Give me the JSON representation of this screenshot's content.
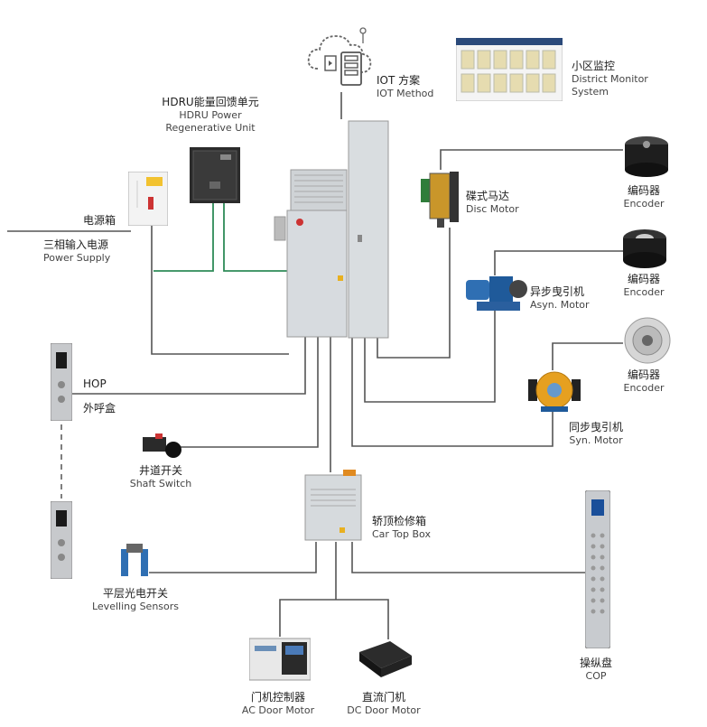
{
  "labels": {
    "hdru": {
      "cn": "HDRU能量回馈单元",
      "en1": "HDRU Power",
      "en2": "Regenerative Unit"
    },
    "iot": {
      "cn": "IOT 方案",
      "en": "IOT Method"
    },
    "district": {
      "cn": "小区监控",
      "en1": "District Monitor",
      "en2": "System"
    },
    "disc_motor": {
      "cn": "碟式马达",
      "en": "Disc Motor"
    },
    "encoder1": {
      "cn": "编码器",
      "en": "Encoder"
    },
    "encoder2": {
      "cn": "编码器",
      "en": "Encoder"
    },
    "encoder3": {
      "cn": "编码器",
      "en": "Encoder"
    },
    "asyn_motor": {
      "cn": "异步曳引机",
      "en": "Asyn. Motor"
    },
    "syn_motor": {
      "cn": "同步曳引机",
      "en": "Syn. Motor"
    },
    "power_box": {
      "cn": "电源箱"
    },
    "power_supply": {
      "cn": "三相输入电源",
      "en": "Power Supply"
    },
    "hop": {
      "en": "HOP",
      "cn": "外呼盒"
    },
    "shaft_switch": {
      "cn": "井道开关",
      "en": "Shaft Switch"
    },
    "car_top": {
      "cn": "轿顶检修箱",
      "en": "Car Top Box"
    },
    "cop": {
      "cn": "操纵盘",
      "en": "COP"
    },
    "levelling": {
      "cn": "平层光电开关",
      "en": "Levelling Sensors"
    },
    "ac_door": {
      "cn": "门机控制器",
      "en": "AC Door Motor"
    },
    "dc_door": {
      "cn": "直流门机",
      "en": "DC Door Motor"
    }
  },
  "colors": {
    "wire": "#555555",
    "green_wire": "#2e8b57",
    "cabinet": "#d7dbdf"
  }
}
